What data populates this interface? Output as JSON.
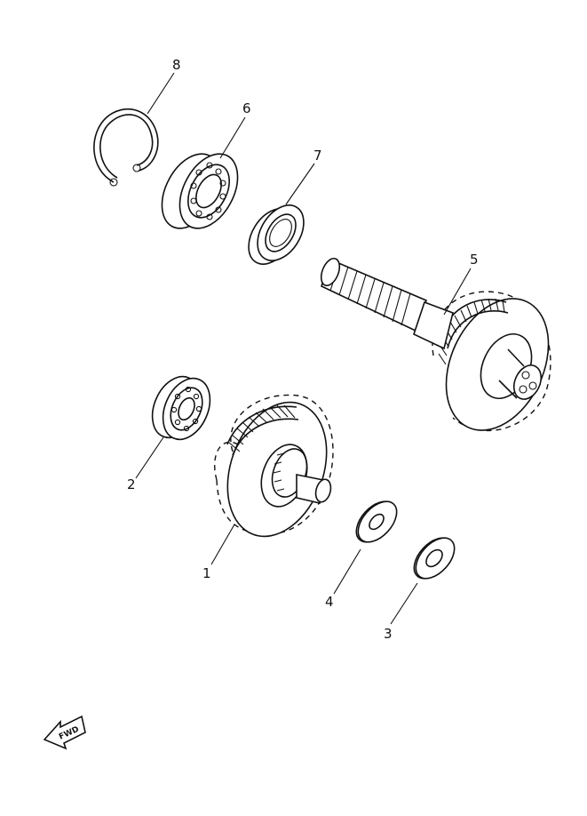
{
  "callouts": [
    {
      "id": "1",
      "label": "1"
    },
    {
      "id": "2",
      "label": "2"
    },
    {
      "id": "3",
      "label": "3"
    },
    {
      "id": "4",
      "label": "4"
    },
    {
      "id": "5",
      "label": "5"
    },
    {
      "id": "6",
      "label": "6"
    },
    {
      "id": "7",
      "label": "7"
    },
    {
      "id": "8",
      "label": "8"
    }
  ],
  "fwd_arrow": {
    "label": "FWD"
  },
  "parts": {
    "circlip": {
      "callout": "8",
      "icon": "circlip-icon"
    },
    "bearing_upper": {
      "callout": "6",
      "icon": "ball-bearing-icon"
    },
    "oil_seal": {
      "callout": "7",
      "icon": "oil-seal-icon"
    },
    "drive_axle_gear": {
      "callout": "5",
      "icon": "shaft-gear-icon"
    },
    "bearing_lower": {
      "callout": "2",
      "icon": "ball-bearing-icon"
    },
    "primary_gear": {
      "callout": "1",
      "icon": "helical-gear-icon"
    },
    "washer_inner": {
      "callout": "4",
      "icon": "washer-icon"
    },
    "washer_outer": {
      "callout": "3",
      "icon": "washer-icon"
    }
  }
}
